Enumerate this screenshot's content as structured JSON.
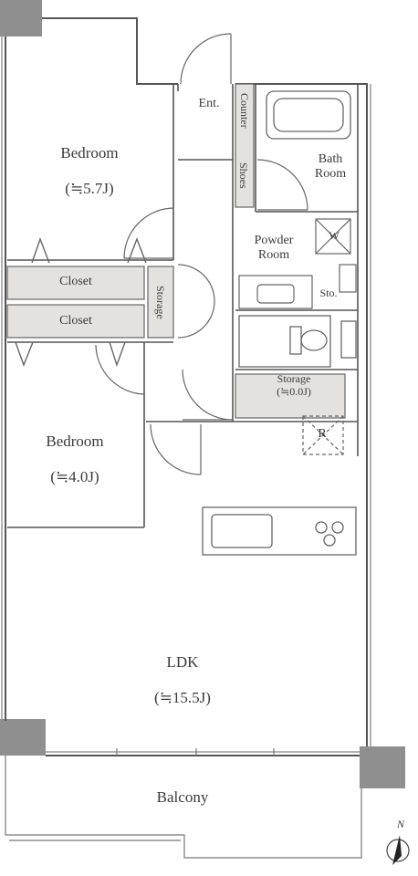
{
  "rooms": {
    "bedroom1": {
      "name": "Bedroom",
      "size": "(≒5.7J)"
    },
    "bedroom2": {
      "name": "Bedroom",
      "size": "(≒4.0J)"
    },
    "ldk": {
      "name": "LDK",
      "size": "(≒15.5J)"
    },
    "entrance": "Ent.",
    "counter": "Counter",
    "shoes": "Shoes",
    "bath": "Bath\nRoom",
    "powder": "Powder\nRoom",
    "washer": "W",
    "sto": "Sto.",
    "closet1": "Closet",
    "closet2": "Closet",
    "storage_vertical": "Storage",
    "storage_small": "Storage\n(≒0.0J)",
    "refrigerator": "R",
    "balcony": "Balcony"
  },
  "compass": {
    "north": "N"
  },
  "colors": {
    "wall": "#9a9a9a",
    "line": "#555555",
    "fill": "#e4e2de",
    "column": "#8f8f8f"
  }
}
